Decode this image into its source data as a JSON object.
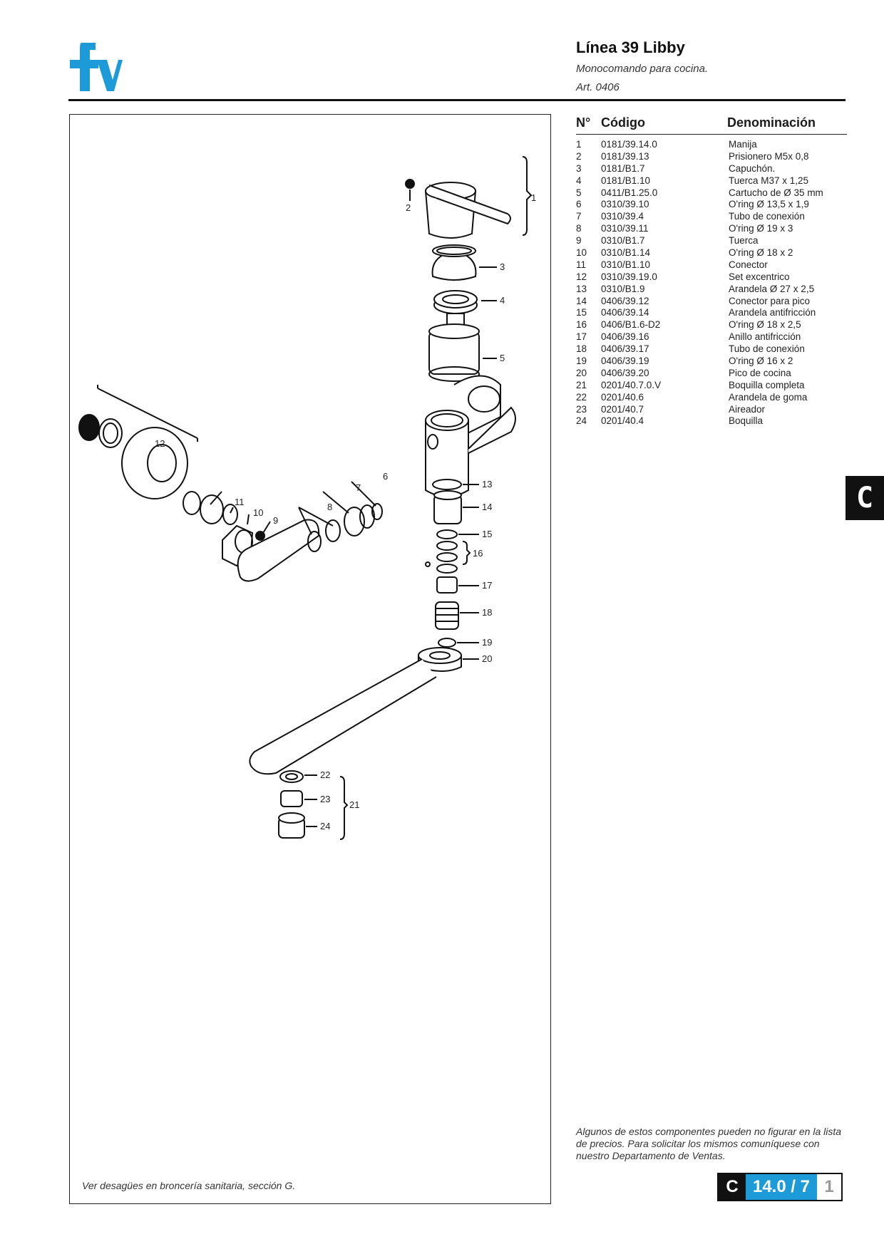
{
  "header": {
    "title": "Línea 39 Libby",
    "subtitle": "Monocomando para cocina.",
    "article": "Art. 0406"
  },
  "logo": {
    "name": "fv-logo",
    "color": "#1d9bd9"
  },
  "parts_table": {
    "headers": {
      "no": "N°",
      "code": "Código",
      "name": "Denominación"
    },
    "rows": [
      {
        "no": "1",
        "code": "0181/39.14.0",
        "name": "Manija"
      },
      {
        "no": "2",
        "code": "0181/39.13",
        "name": "Prisionero M5x 0,8"
      },
      {
        "no": "3",
        "code": "0181/B1.7",
        "name": "Capuchón."
      },
      {
        "no": "4",
        "code": "0181/B1.10",
        "name": "Tuerca M37 x 1,25"
      },
      {
        "no": "5",
        "code": "0411/B1.25.0",
        "name": "Cartucho de Ø 35 mm"
      },
      {
        "no": "6",
        "code": "0310/39.10",
        "name": "O'ring Ø 13,5 x 1,9"
      },
      {
        "no": "7",
        "code": "0310/39.4",
        "name": "Tubo de conexión"
      },
      {
        "no": "8",
        "code": "0310/39.11",
        "name": "O'ring Ø 19 x 3"
      },
      {
        "no": "9",
        "code": "0310/B1.7",
        "name": "Tuerca"
      },
      {
        "no": "10",
        "code": "0310/B1.14",
        "name": "O'ring Ø 18 x 2"
      },
      {
        "no": "11",
        "code": "0310/B1.10",
        "name": "Conector"
      },
      {
        "no": "12",
        "code": "0310/39.19.0",
        "name": "Set excentrico"
      },
      {
        "no": "13",
        "code": "0310/B1.9",
        "name": "Arandela Ø 27 x 2,5"
      },
      {
        "no": "14",
        "code": "0406/39.12",
        "name": "Conector para pico"
      },
      {
        "no": "15",
        "code": "0406/39.14",
        "name": "Arandela antifricción"
      },
      {
        "no": "16",
        "code": "0406/B1.6-D2",
        "name": "O'ring Ø 18 x 2,5"
      },
      {
        "no": "17",
        "code": "0406/39.16",
        "name": "Anillo antifricción"
      },
      {
        "no": "18",
        "code": "0406/39.17",
        "name": "Tubo de conexión"
      },
      {
        "no": "19",
        "code": "0406/39.19",
        "name": "O'ring Ø 16 x 2"
      },
      {
        "no": "20",
        "code": "0406/39.20",
        "name": "Pico de cocina"
      },
      {
        "no": "21",
        "code": "0201/40.7.0.V",
        "name": "Boquilla completa"
      },
      {
        "no": "22",
        "code": "0201/40.6",
        "name": "Arandela de goma"
      },
      {
        "no": "23",
        "code": "0201/40.7",
        "name": "Aireador"
      },
      {
        "no": "24",
        "code": "0201/40.4",
        "name": "Boquilla"
      }
    ]
  },
  "diagram": {
    "callouts": [
      "1",
      "2",
      "3",
      "4",
      "5",
      "6",
      "7",
      "8",
      "9",
      "10",
      "11",
      "12",
      "13",
      "14",
      "15",
      "16",
      "17",
      "18",
      "19",
      "20",
      "21",
      "22",
      "23",
      "24"
    ],
    "footnote": "Ver desagües en broncería sanitaria, sección G."
  },
  "section_tab": "C",
  "price_note": "Algunos de estos componentes pueden no figurar en la lista de precios. Para solicitar los mismos comuníquese con nuestro Departamento de Ventas.",
  "page_code": {
    "letter": "C",
    "section": "14.0 / 7",
    "page": "1",
    "accent": "#1d9bd9"
  }
}
